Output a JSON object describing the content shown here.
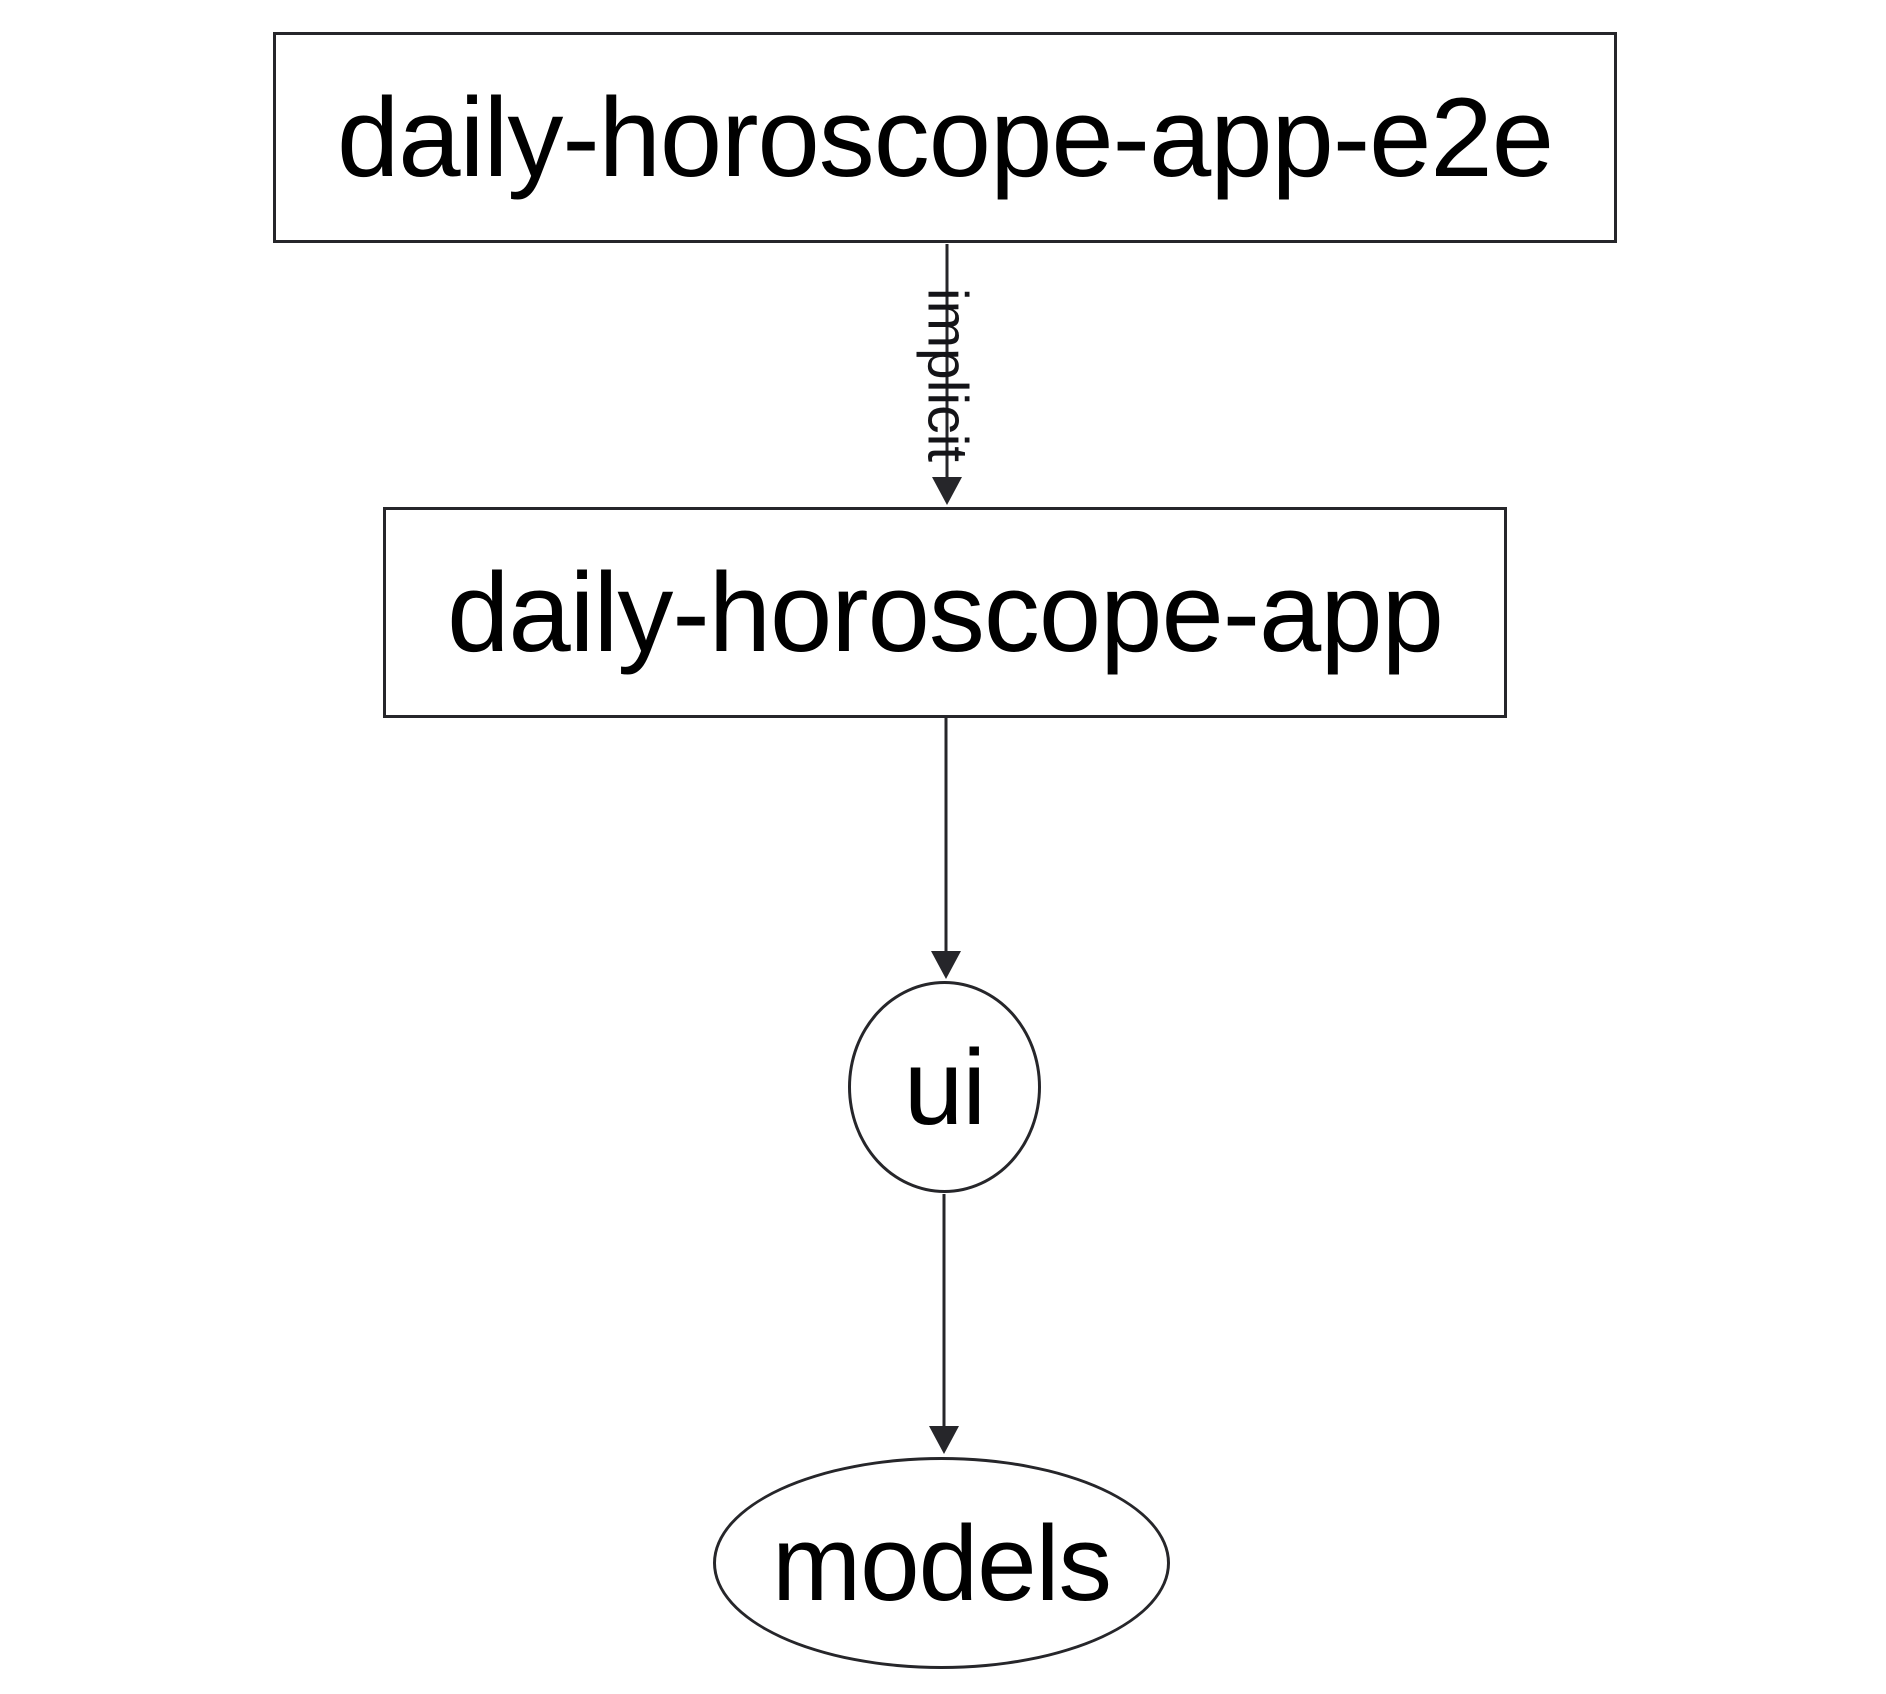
{
  "diagram": {
    "kind": "project-dependency-graph",
    "colors": {
      "background": "#ffffff",
      "node_fill": "#ffffff",
      "node_border": "#26262a",
      "edge_stroke": "#26262a",
      "text": "#000000"
    },
    "nodes": [
      {
        "id": "daily-horoscope-app-e2e",
        "label": "daily-horoscope-app-e2e",
        "shape": "rect"
      },
      {
        "id": "daily-horoscope-app",
        "label": "daily-horoscope-app",
        "shape": "rect"
      },
      {
        "id": "ui",
        "label": "ui",
        "shape": "ellipse"
      },
      {
        "id": "models",
        "label": "models",
        "shape": "ellipse"
      }
    ],
    "edges": [
      {
        "from": "daily-horoscope-app-e2e",
        "to": "daily-horoscope-app",
        "label": "implicit"
      },
      {
        "from": "daily-horoscope-app",
        "to": "ui",
        "label": ""
      },
      {
        "from": "ui",
        "to": "models",
        "label": ""
      }
    ]
  }
}
